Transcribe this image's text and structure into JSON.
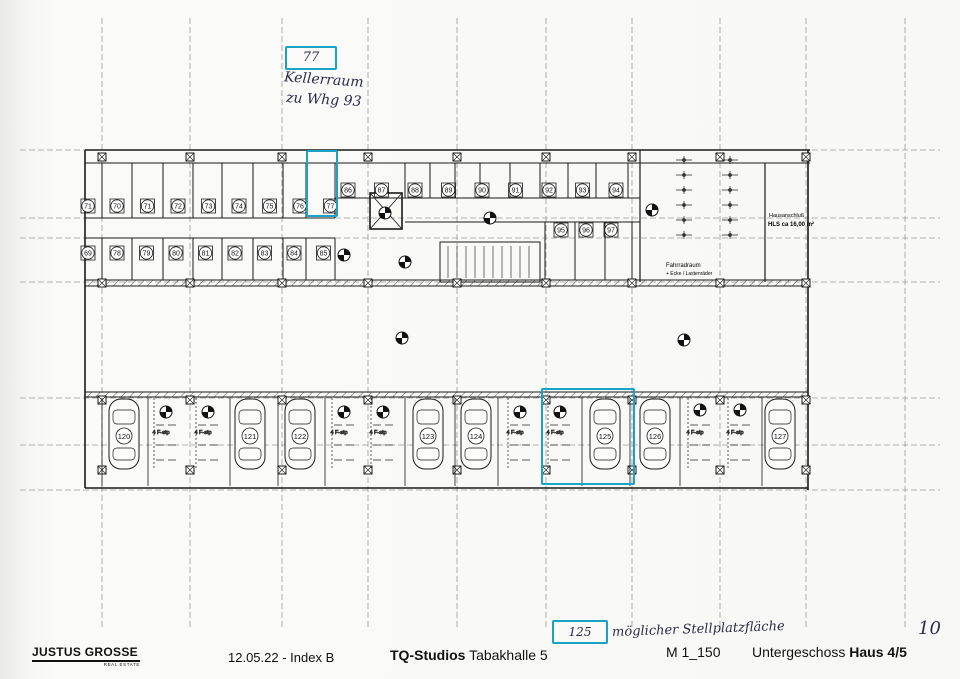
{
  "annotations": {
    "storage_number": "77",
    "storage_note_line1": "Kellerraum",
    "storage_note_line2": "zu Whg 93",
    "parking_number": "125",
    "parking_note": "möglicher Stellplatzfläche",
    "page_mark": "10"
  },
  "plan": {
    "cellars_top": [
      "70",
      "71",
      "72",
      "73",
      "74",
      "75",
      "76",
      "77"
    ],
    "cellars_top_left_partial": "71",
    "cellars_bottom": [
      "78",
      "79",
      "80",
      "81",
      "82",
      "83",
      "84",
      "85"
    ],
    "cellars_bottom_left_partial": "69",
    "cellars_mid": [
      "86",
      "87",
      "88",
      "89",
      "90",
      "91",
      "92",
      "93",
      "94"
    ],
    "cellars_small": [
      "95",
      "96",
      "97"
    ],
    "bike_room_line1": "Fahrradraum",
    "bike_room_line2": "+ Ecke / Lastenräder",
    "utility_line1": "Hausanschluß",
    "utility_line2": "HLS ca 16,00 m²",
    "parking_spaces": [
      "120",
      "121",
      "122",
      "123",
      "124",
      "125",
      "126",
      "127"
    ],
    "bike_label": "4 F-stp"
  },
  "footer": {
    "brand_main": "JUSTUS GROSSE",
    "brand_sub": "REAL ESTATE",
    "date_index": "12.05.22 - Index B",
    "project_bold": "TQ-Studios",
    "project_rest": "Tabakhalle 5",
    "scale": "M 1_150",
    "floor_rest": "Untergeschoss",
    "floor_bold": "Haus 4/5"
  },
  "colors": {
    "highlight": "#18a3c7",
    "ink": "#1a1a1a",
    "handwriting": "#2b2b4a"
  }
}
